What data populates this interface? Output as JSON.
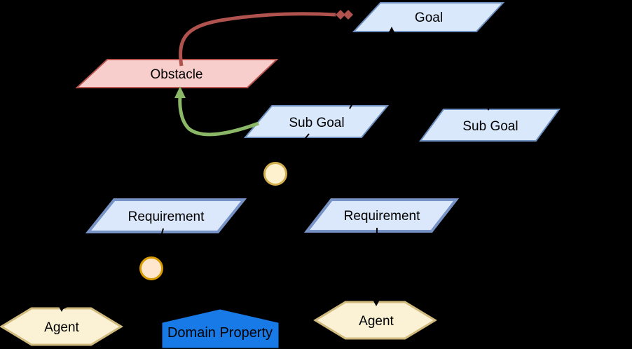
{
  "nodes": {
    "goal": {
      "label": "Goal"
    },
    "obstacle": {
      "label": "Obstacle"
    },
    "subgoal_left": {
      "label": "Sub Goal"
    },
    "subgoal_right": {
      "label": "Sub Goal"
    },
    "requirement_left": {
      "label": "Requirement"
    },
    "requirement_right": {
      "label": "Requirement"
    },
    "agent_left": {
      "label": "Agent"
    },
    "agent_right": {
      "label": "Agent"
    },
    "domain_property": {
      "label": "Domain Property"
    }
  },
  "edges": [
    {
      "kind": "obstruction",
      "from": "obstacle",
      "to": "goal",
      "marker": "double-diamond"
    },
    {
      "kind": "resolution",
      "from": "subgoal_left",
      "to": "obstacle",
      "marker": "arrow"
    },
    {
      "kind": "refinement",
      "from": "subgoal_left",
      "to": "goal"
    },
    {
      "kind": "refinement",
      "from": "goal",
      "to": "subgoal_right"
    },
    {
      "kind": "refinement",
      "from": "requirement_left",
      "to": "subgoal_left"
    },
    {
      "kind": "refinement",
      "from": "requirement_right",
      "to": "subgoal_left"
    },
    {
      "kind": "refinement",
      "from": "agent_left",
      "to": "requirement_left"
    },
    {
      "kind": "refinement",
      "from": "domain_property",
      "to": "requirement_left"
    },
    {
      "kind": "assignment",
      "from": "agent_right",
      "to": "requirement_right"
    }
  ],
  "colors": {
    "background": "#000000",
    "goal_fill": "#dae8fc",
    "goal_stroke": "#6c8ebf",
    "obstacle_fill": "#f8cecc",
    "obstacle_stroke": "#b85450",
    "requirement_fill": "#dbe7fa",
    "requirement_stroke": "#7792c5",
    "refinement_circle_upper_fill": "#fdf2cd",
    "refinement_circle_upper_stroke": "#d2ad4e",
    "refinement_circle_lower_fill": "#ffe6cc",
    "refinement_circle_lower_stroke": "#d79b00",
    "agent_fill": "#fbf2d5",
    "agent_stroke": "#d0ba7d",
    "domain_property_fill": "#187ae7",
    "domain_property_text": "#f2f2f2",
    "obstruction_arrow": "#b0524d",
    "resolution_arrow": "#8bb867",
    "connector": "#000000"
  }
}
